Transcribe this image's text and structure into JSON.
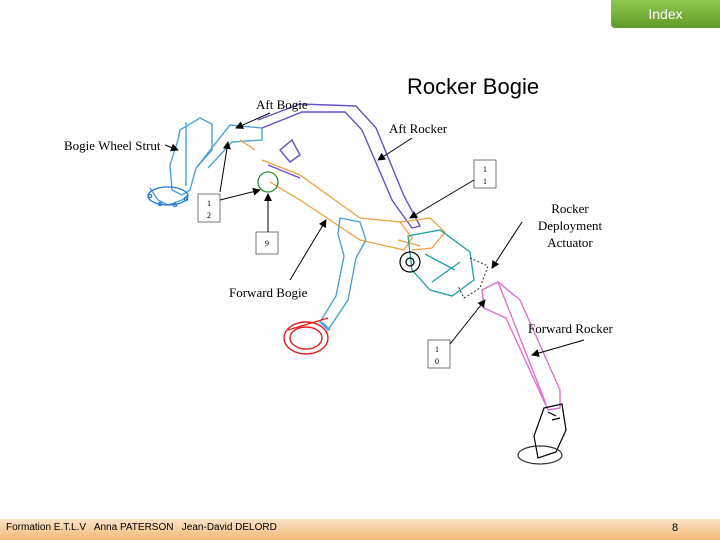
{
  "header": {
    "index_label": "Index"
  },
  "title": "Rocker Bogie",
  "labels": {
    "aft_bogie": "Aft Bogie",
    "bogie_wheel_strut": "Bogie Wheel Strut",
    "aft_rocker": "Aft Rocker",
    "rocker_deployment_actuator_l1": "Rocker",
    "rocker_deployment_actuator_l2": "Deployment",
    "rocker_deployment_actuator_l3": "Actuator",
    "forward_bogie": "Forward Bogie",
    "forward_rocker": "Forward Rocker"
  },
  "callouts": {
    "c11_a": "1",
    "c11_b": "1",
    "c12_a": "1",
    "c12_b": "2",
    "c9": "9",
    "c10_a": "1",
    "c10_b": "0"
  },
  "footer": {
    "credits": "Formation E.T.L.V   Anna PATERSON   Jean-David DELORD",
    "page_number": "8"
  },
  "colors": {
    "index_bg": "#6fae35",
    "footer_bg": "#f5c48d",
    "strut_blue": "#4aa3d8",
    "aft_rocker_purple": "#6a4fc7",
    "bogie_orange": "#f0a040",
    "forward_rocker_pink": "#e070d0",
    "wheel_red": "#e02020",
    "actuator_teal": "#20a0a0"
  }
}
